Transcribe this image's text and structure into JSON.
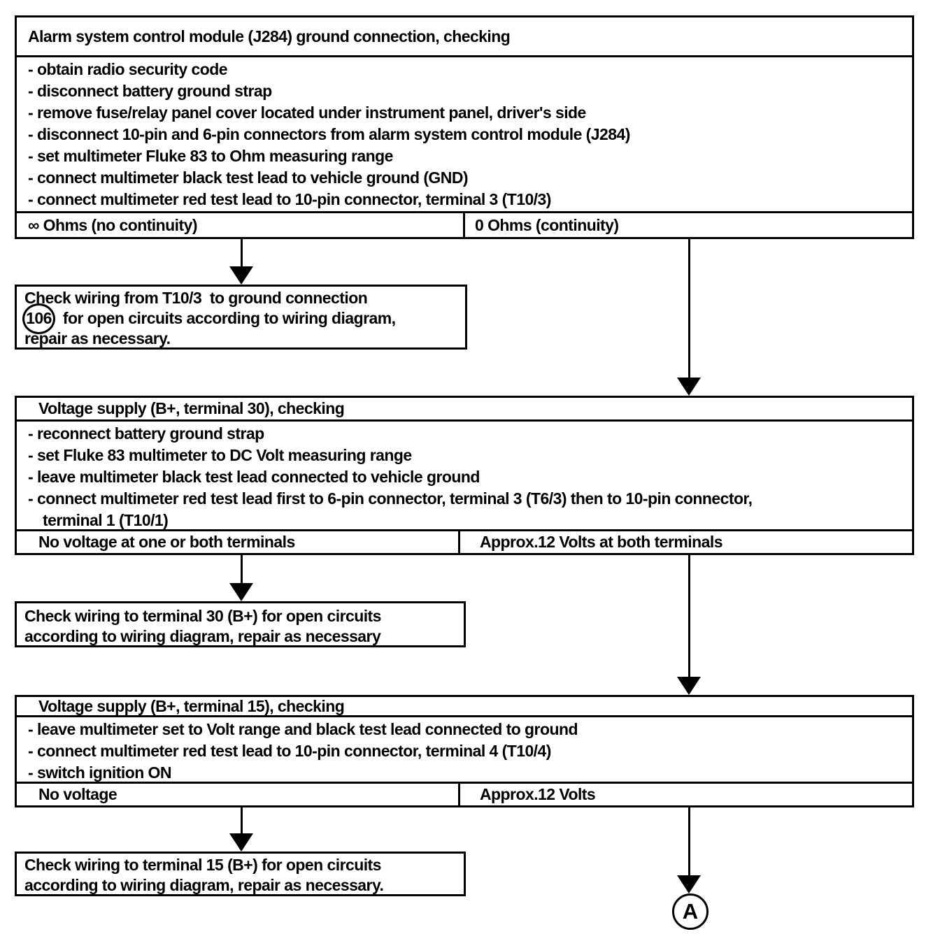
{
  "colors": {
    "ink": "#000000",
    "paper": "#ffffff"
  },
  "flowchart": {
    "test1": {
      "title": "Alarm system control module (J284) ground connection, checking",
      "steps": [
        {
          "t": "- obtain radio security code"
        },
        {
          "t": "- disconnect battery ground strap"
        },
        {
          "t": "- remove fuse/relay panel cover located under instrument panel, driver's side"
        },
        {
          "t": "- disconnect 10-pin and 6-pin connectors from alarm system control module (J284)"
        },
        {
          "t": "- set multimeter Fluke 83 to Ohm measuring range"
        },
        {
          "t": "- connect multimeter black test lead to vehicle ground (GND)"
        },
        {
          "t": "- connect multimeter red test lead to 10-pin connector, terminal 3 (T10/3)"
        }
      ],
      "result_left": "∞ Ohms (no continuity)",
      "result_right": "0 Ohms (continuity)"
    },
    "action1": {
      "line1": "Check wiring from T10/3  to ground connection",
      "ref": "106",
      "line2": " for open circuits according to wiring diagram,",
      "line3": "repair as necessary."
    },
    "test2": {
      "title": "Voltage supply (B+, terminal 30), checking",
      "steps": [
        {
          "t": "- reconnect battery ground strap"
        },
        {
          "t": "- set Fluke 83 multimeter to DC Volt measuring range"
        },
        {
          "t": "- leave multimeter black test lead connected to vehicle ground"
        },
        {
          "t": "- connect multimeter red test lead first to 6-pin connector, terminal 3 (T6/3) then to 10-pin connector,"
        },
        {
          "t": "terminal 1 (T10/1)",
          "cont": true
        }
      ],
      "result_left": "No voltage at one or both terminals",
      "result_right": "Approx.12 Volts at both terminals"
    },
    "action2": {
      "line1": "Check wiring to terminal 30 (B+) for open circuits",
      "line2": "according to wiring diagram, repair as necessary"
    },
    "test3": {
      "title": "Voltage supply (B+, terminal 15), checking",
      "steps": [
        {
          "t": "- leave multimeter set to Volt range and black test lead connected to ground"
        },
        {
          "t": "- connect multimeter red test lead to 10-pin connector, terminal 4 (T10/4)"
        },
        {
          "t": "- switch ignition ON"
        }
      ],
      "result_left": "No voltage",
      "result_right": "Approx.12 Volts"
    },
    "action3": {
      "line1": "Check wiring to terminal 15 (B+) for open circuits",
      "line2": "according to wiring diagram, repair as necessary."
    },
    "connector": {
      "label": "A"
    }
  }
}
